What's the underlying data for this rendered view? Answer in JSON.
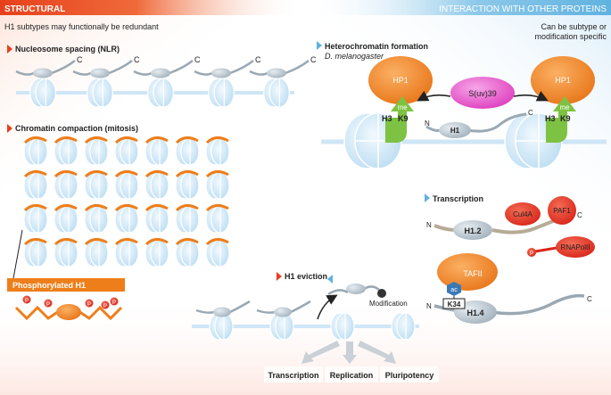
{
  "header": {
    "left_title": "STRUCTURAL",
    "right_title": "INTERACTION WITH OTHER PROTEINS",
    "left_note": "H1 subtypes may functionally be redundant",
    "right_note_line1": "Can be subtype or",
    "right_note_line2": "modification specific"
  },
  "nucleosome_spacing": {
    "title": "Nucleosome spacing (NLR)",
    "c_label": "C"
  },
  "chromatin_compaction": {
    "title": "Chromatin compaction (mitosis)",
    "phospho_label": "Phosphorylated H1",
    "p_label": "P"
  },
  "heterochromatin": {
    "title": "Heterochromatin formation",
    "subtitle": "D. melanogaster",
    "hp1": "HP1",
    "me": "me",
    "h3": "H3",
    "k9": "K9",
    "suv39": "S(uv)39",
    "h1": "H1",
    "n_label": "N",
    "c_label": "C"
  },
  "transcription": {
    "title": "Transcription",
    "h1_2": "H1.2",
    "cul4a": "Cul4A",
    "paf1": "PAF1",
    "rnapol": "RNAPolII",
    "p_label": "P",
    "tafii": "TAFII",
    "ac": "ac",
    "k34": "K34",
    "h1_4": "H1.4",
    "n_label": "N",
    "c_label": "C"
  },
  "eviction": {
    "title": "H1 eviction",
    "modification": "Modification",
    "outcomes": [
      "Transcription",
      "Replication",
      "Pluripotency"
    ]
  },
  "colors": {
    "orange": "#ee7e1a",
    "red": "#e8401c",
    "blue_light": "#cfe6f6",
    "green": "#7dc242",
    "magenta": "#e44fc6"
  }
}
